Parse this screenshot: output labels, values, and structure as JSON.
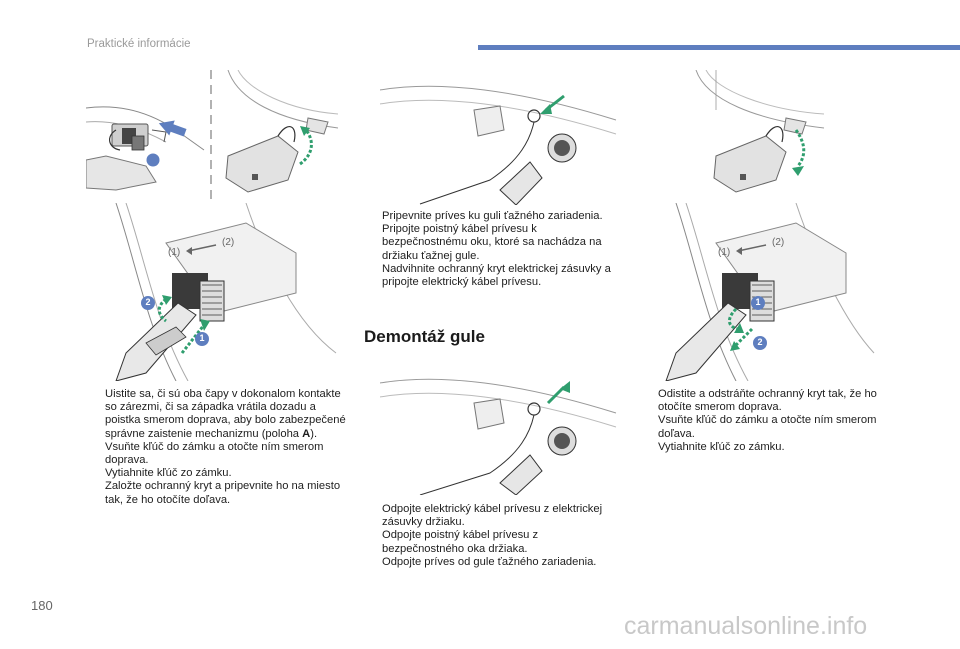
{
  "header": {
    "section_title": "Praktické informácie"
  },
  "page_number": "180",
  "watermark": "carmanualsonline.info",
  "bullet_marker": "",
  "section": {
    "title": "Demontáž gule"
  },
  "callouts": {
    "a": "A",
    "one": "1",
    "two": "2"
  },
  "columns": {
    "left": {
      "items": [
        {
          "text_before": "Uistite sa, či sú oba čapy v dokonalom kontakte so zárezmi, či sa západka vrátila dozadu a poistka smerom doprava, aby bolo zabezpečené správne zaistenie mechanizmu (poloha ",
          "strong": "A",
          "text_after": ")."
        },
        {
          "text": "Vsuňte kľúč do zámku a otočte ním smerom doprava."
        },
        {
          "text": "Vytiahnite kľúč zo zámku."
        },
        {
          "text": "Založte ochranný kryt a pripevnite ho na miesto tak, že ho otočíte doľava."
        }
      ]
    },
    "middle_top": {
      "items": [
        {
          "text": "Pripevnite príves ku guli ťažného zariadenia."
        },
        {
          "text": "Pripojte poistný kábel prívesu k bezpečnostnému oku, ktoré sa nachádza na držiaku ťažnej gule."
        },
        {
          "text": "Nadvihnite ochranný kryt elektrickej zásuvky a pripojte elektrický kábel prívesu."
        }
      ]
    },
    "middle_bottom": {
      "items": [
        {
          "text": "Odpojte elektrický kábel prívesu z elektrickej zásuvky držiaku."
        },
        {
          "text": "Odpojte poistný kábel prívesu z bezpečnostného oka držiaka."
        },
        {
          "text": "Odpojte príves od gule ťažného zariadenia."
        }
      ]
    },
    "right": {
      "items": [
        {
          "text": "Odistite a odstráňte ochranný kryt tak, že ho otočíte smerom doprava."
        },
        {
          "text": "Vsuňte kľúč do zámku a otočte ním smerom doľava."
        },
        {
          "text": "Vytiahnite kľúč zo zámku."
        }
      ]
    }
  },
  "colors": {
    "accent_bar": "#5e7ebf",
    "callout": "#5e7ebf",
    "arrow_green": "#2f9e6e",
    "line": "#444444"
  },
  "icons": [
    "bullet-arrow-icon"
  ]
}
